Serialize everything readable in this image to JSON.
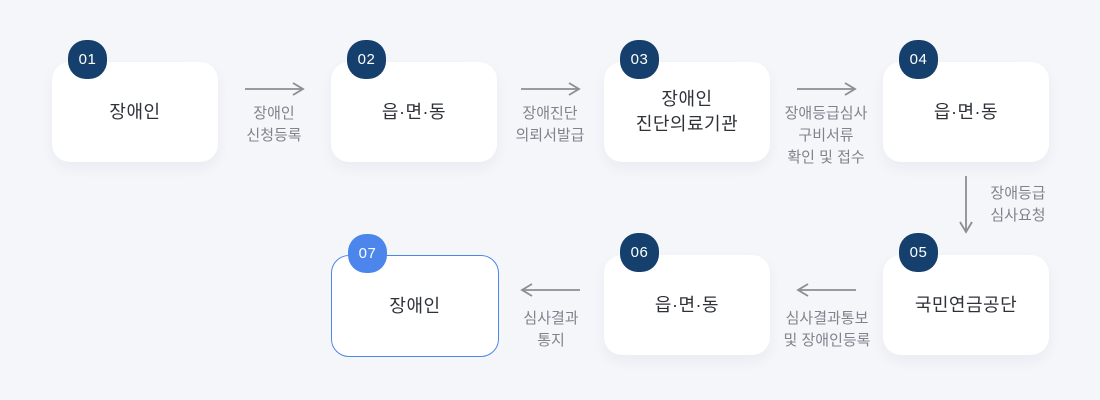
{
  "colors": {
    "background": "#f5f6fa",
    "navy": "#153f6c",
    "blue": "#4c86ec",
    "box-bg": "#ffffff",
    "box-text": "#2e3238",
    "label-text": "#7e848c",
    "arrow": "#8b8e93"
  },
  "steps": [
    {
      "num": "01",
      "name": "장애인"
    },
    {
      "num": "02",
      "name": "읍·면·동"
    },
    {
      "num": "03",
      "name": "장애인\n진단의료기관"
    },
    {
      "num": "04",
      "name": "읍·면·동"
    },
    {
      "num": "05",
      "name": "국민연금공단"
    },
    {
      "num": "06",
      "name": "읍·면·동"
    },
    {
      "num": "07",
      "name": "장애인"
    }
  ],
  "transitions": [
    {
      "direction": "right",
      "label": "장애인\n신청등록"
    },
    {
      "direction": "right",
      "label": "장애진단\n의뢰서발급"
    },
    {
      "direction": "right",
      "label": "장애등급심사\n구비서류\n확인 및 접수"
    },
    {
      "direction": "down",
      "label": "장애등급\n심사요청"
    },
    {
      "direction": "left",
      "label": "심사결과통보\n및 장애인등록"
    },
    {
      "direction": "left",
      "label": "심사결과\n통지"
    }
  ]
}
